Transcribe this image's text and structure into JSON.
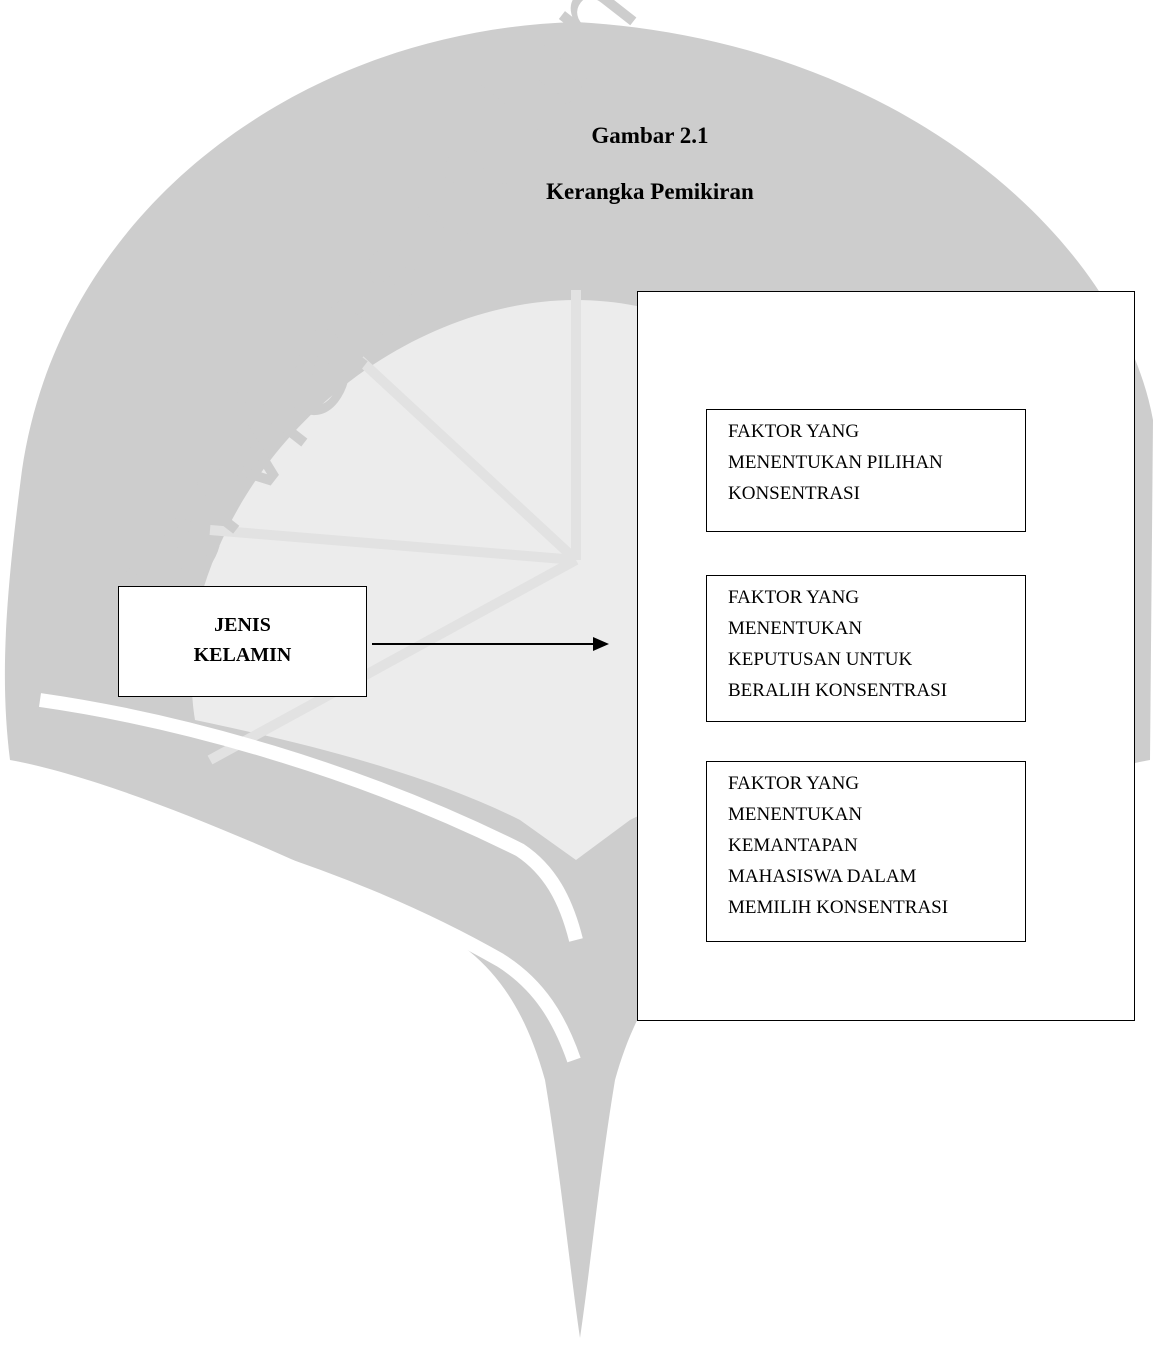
{
  "title": {
    "line1": "Gambar 2.1",
    "line2": "Kerangka Pemikiran"
  },
  "source": {
    "label": "JENIS\nKELAMIN"
  },
  "factors": [
    {
      "label": "FAKTOR YANG\nMENENTUKAN PILIHAN\nKONSENTRASI"
    },
    {
      "label": "FAKTOR YANG\nMENENTUKAN\nKEPUTUSAN UNTUK\nBERALIH KONSENTRASI"
    },
    {
      "label": "FAKTOR YANG\nMENENTUKAN\nKEMANTAPAN\nMAHASISWA DALAM\nMEMILIH KONSENTRASI"
    }
  ],
  "watermark": {
    "motto": "serviens in lumine",
    "color": "#cdcdcd"
  }
}
